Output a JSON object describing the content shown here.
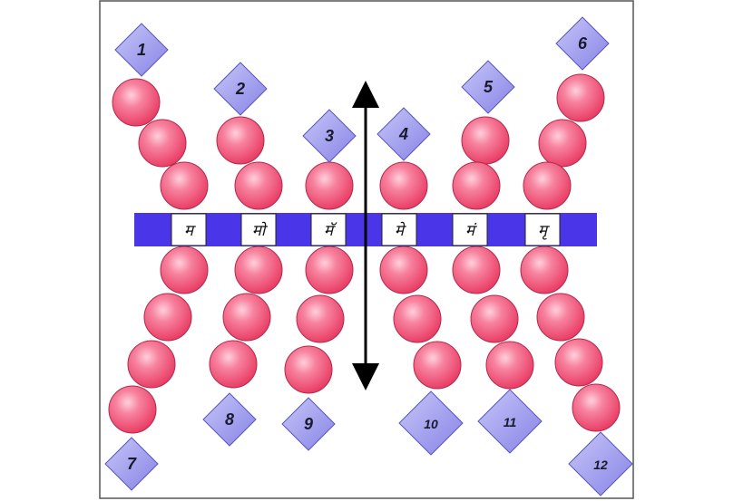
{
  "diagram": {
    "syllables": [
      "म",
      "मो",
      "मॅ",
      "मे",
      "मं",
      "मृ"
    ],
    "top_labels": [
      "1",
      "2",
      "3",
      "4",
      "5",
      "6"
    ],
    "bottom_labels": [
      "7",
      "8",
      "9",
      "10",
      "11",
      "12"
    ],
    "colors": {
      "bar": "#4a35e8",
      "bead": "#f0507a",
      "diamond": "#9a97ee",
      "arrow": "#000000"
    }
  }
}
